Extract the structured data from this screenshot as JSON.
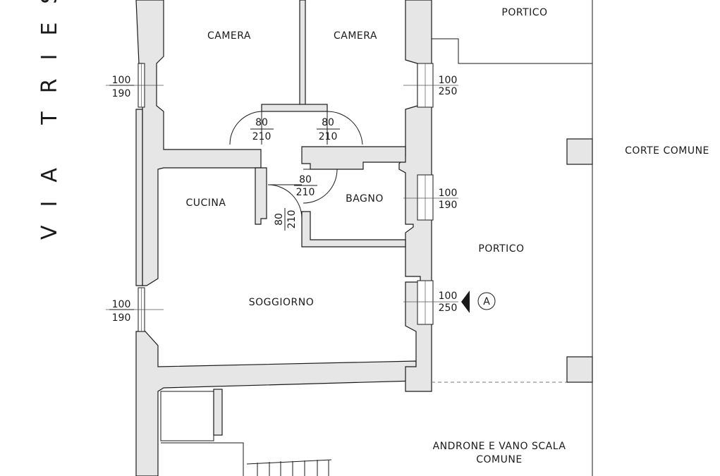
{
  "street": {
    "label": "VIA TRIEST"
  },
  "rooms": {
    "camera_left": "CAMERA",
    "camera_right": "CAMERA",
    "cucina": "CUCINA",
    "bagno": "BAGNO",
    "soggiorno": "SOGGIORNO",
    "portico_top": "PORTICO",
    "portico_mid": "PORTICO",
    "corte": "CORTE COMUNE",
    "androne_line1": "ANDRONE E VANO SCALA",
    "androne_line2": "COMUNE"
  },
  "windows": {
    "w_left_top": {
      "width": "100",
      "height": "190"
    },
    "w_left_bottom": {
      "width": "100",
      "height": "190"
    },
    "w_right_top": {
      "width": "100",
      "height": "250"
    },
    "w_right_mid": {
      "width": "100",
      "height": "190"
    },
    "w_right_bottom": {
      "width": "100",
      "height": "250"
    }
  },
  "doors": {
    "d_camera_left": {
      "width": "80",
      "height": "210"
    },
    "d_camera_right": {
      "width": "80",
      "height": "210"
    },
    "d_bagno": {
      "width": "80",
      "height": "210"
    },
    "d_cucina": {
      "width": "80",
      "height": "210"
    }
  },
  "section_marker": {
    "label": "A"
  }
}
